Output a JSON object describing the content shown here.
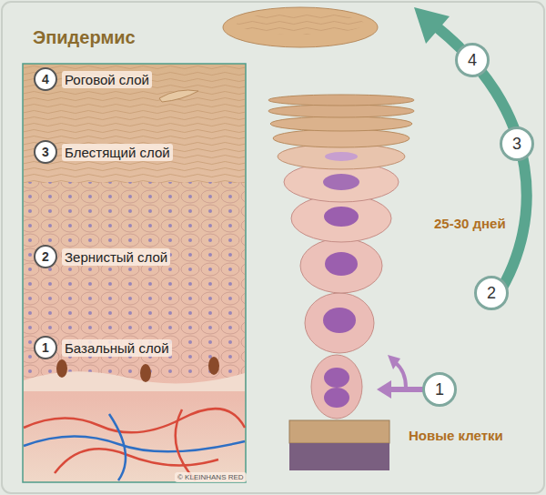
{
  "diagram": {
    "title": "Эпидермис",
    "nodes": [
      {
        "text": [
          "4"
        ]
      },
      {
        "text": [
          "4"
        ]
      },
      {
        "text": [
          "3"
        ]
      },
      {
        "text": [
          "3"
        ]
      },
      {
        "text": [
          "2"
        ]
      },
      {
        "text": [
          "2"
        ]
      },
      {
        "text": [
          "1"
        ]
      },
      {
        "text": [
          "1"
        ]
      }
    ],
    "labels": [
      "Роговой слой",
      "Блестящий слой",
      "25-30 дней",
      "Зернистый слой",
      "Базальный слой",
      "Новые клетки",
      "© KLEINHANS RED"
    ]
  }
}
